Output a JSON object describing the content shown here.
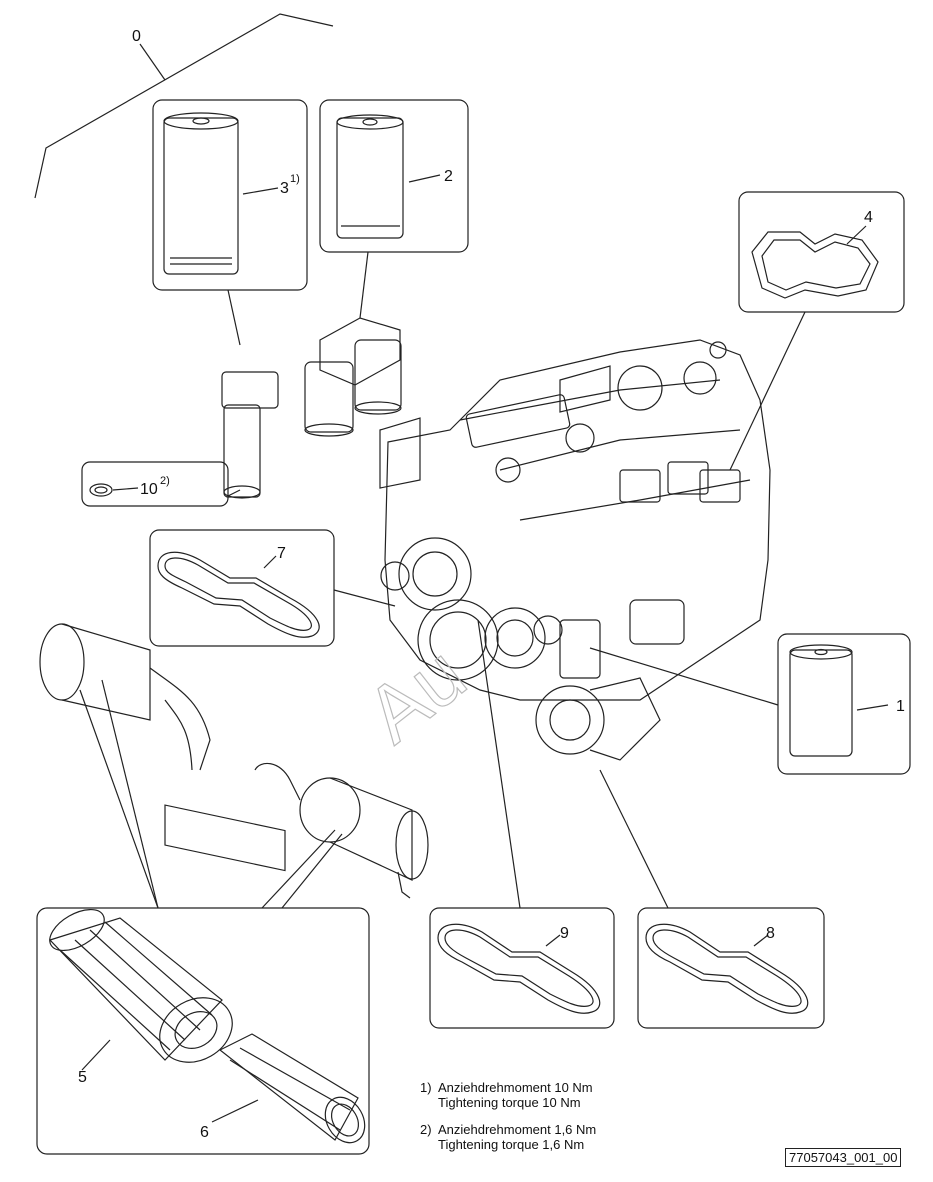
{
  "labels": {
    "l0": "0",
    "l1": "1",
    "l2": "2",
    "l3": "3",
    "l3_sup": "1)",
    "l4": "4",
    "l5": "5",
    "l6": "6",
    "l7": "7",
    "l8": "8",
    "l9": "9",
    "l10": "10",
    "l10_sup": "2)"
  },
  "notes": [
    {
      "num": "1)",
      "line1": "Anziehdrehmoment 10 Nm",
      "line2": "Tightening torque 10 Nm"
    },
    {
      "num": "2)",
      "line1": "Anziehdrehmoment 1,6 Nm",
      "line2": "Tightening torque 1,6 Nm"
    }
  ],
  "doc_id": "77057043_001_00",
  "watermark": "Au"
}
